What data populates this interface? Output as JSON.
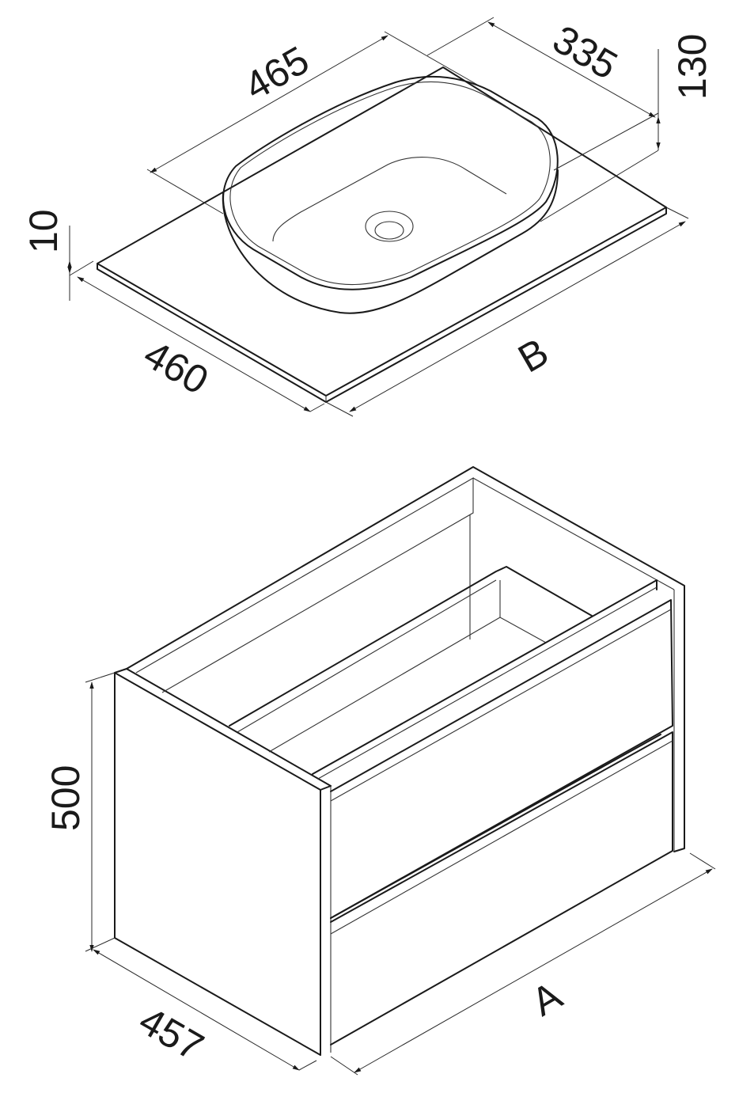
{
  "figure": {
    "top_view": {
      "name": "countertop with vessel basin",
      "dimensions": {
        "basin_length": "465",
        "basin_width": "335",
        "basin_height": "130",
        "top_thickness": "10",
        "top_depth": "460",
        "top_width": "B"
      }
    },
    "bottom_view": {
      "name": "vanity cabinet with two drawers",
      "dimensions": {
        "height": "500",
        "depth": "457",
        "width": "A"
      }
    },
    "colors": {
      "line": "#1a1a1a",
      "background": "#ffffff"
    }
  }
}
